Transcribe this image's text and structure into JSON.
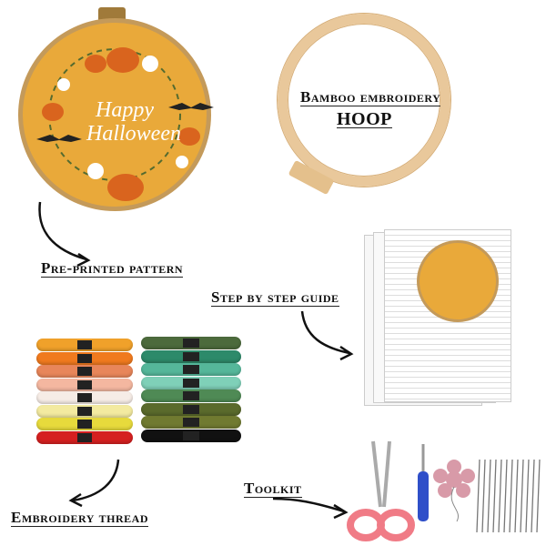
{
  "labels": {
    "hoop_line1": "Bamboo embroidery",
    "hoop_line2": "HOOP",
    "pattern": "Pre-printed pattern",
    "guide": "Step by step guide",
    "thread": "Embroidery thread",
    "toolkit": "Toolkit"
  },
  "pattern_text": {
    "line1": "Happy",
    "line2": "Halloween"
  },
  "colors": {
    "fabric": "#e9a93a",
    "bamboo": "#e9c89b",
    "pumpkin": "#d9641e",
    "scissors": "#f07b86",
    "ripper": "#2f4fc9"
  },
  "threads_left": [
    "#f0a12a",
    "#f07a1e",
    "#e8865a",
    "#f4b7a0",
    "#f6ece6",
    "#f3eaa0",
    "#e7da3c",
    "#d52020"
  ],
  "threads_right": [
    "#4c6a3c",
    "#2d8a6a",
    "#55b79a",
    "#7fd0b8",
    "#4f8a55",
    "#5a6a2c",
    "#707a30",
    "#111111"
  ]
}
